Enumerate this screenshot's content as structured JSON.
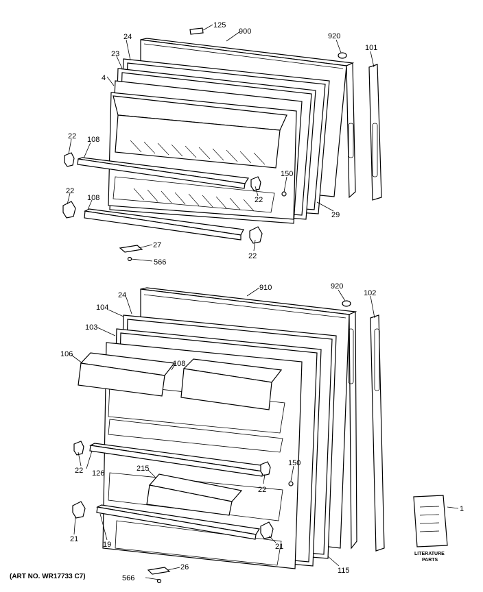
{
  "callouts": {
    "c125": "125",
    "c900": "900",
    "c920a": "920",
    "c101": "101",
    "c24a": "24",
    "c23": "23",
    "c4": "4",
    "c22a": "22",
    "c108a": "108",
    "c150a": "150",
    "c22b": "22",
    "c22c": "22",
    "c108b": "108",
    "c29": "29",
    "c27": "27",
    "c22d": "22",
    "c566a": "566",
    "c910": "910",
    "c920b": "920",
    "c102": "102",
    "c24b": "24",
    "c104": "104",
    "c103": "103",
    "c106": "106",
    "c108c": "108",
    "c22e": "22",
    "c126": "126",
    "c215": "215",
    "c150b": "150",
    "c22f": "22",
    "c1": "1",
    "c21a": "21",
    "c19": "19",
    "c21b": "21",
    "c115": "115",
    "c26": "26",
    "c566b": "566"
  },
  "literature": {
    "line1": "LITERATURE",
    "line2": "PARTS"
  },
  "art_number": "(ART NO. WR17733 C7)"
}
